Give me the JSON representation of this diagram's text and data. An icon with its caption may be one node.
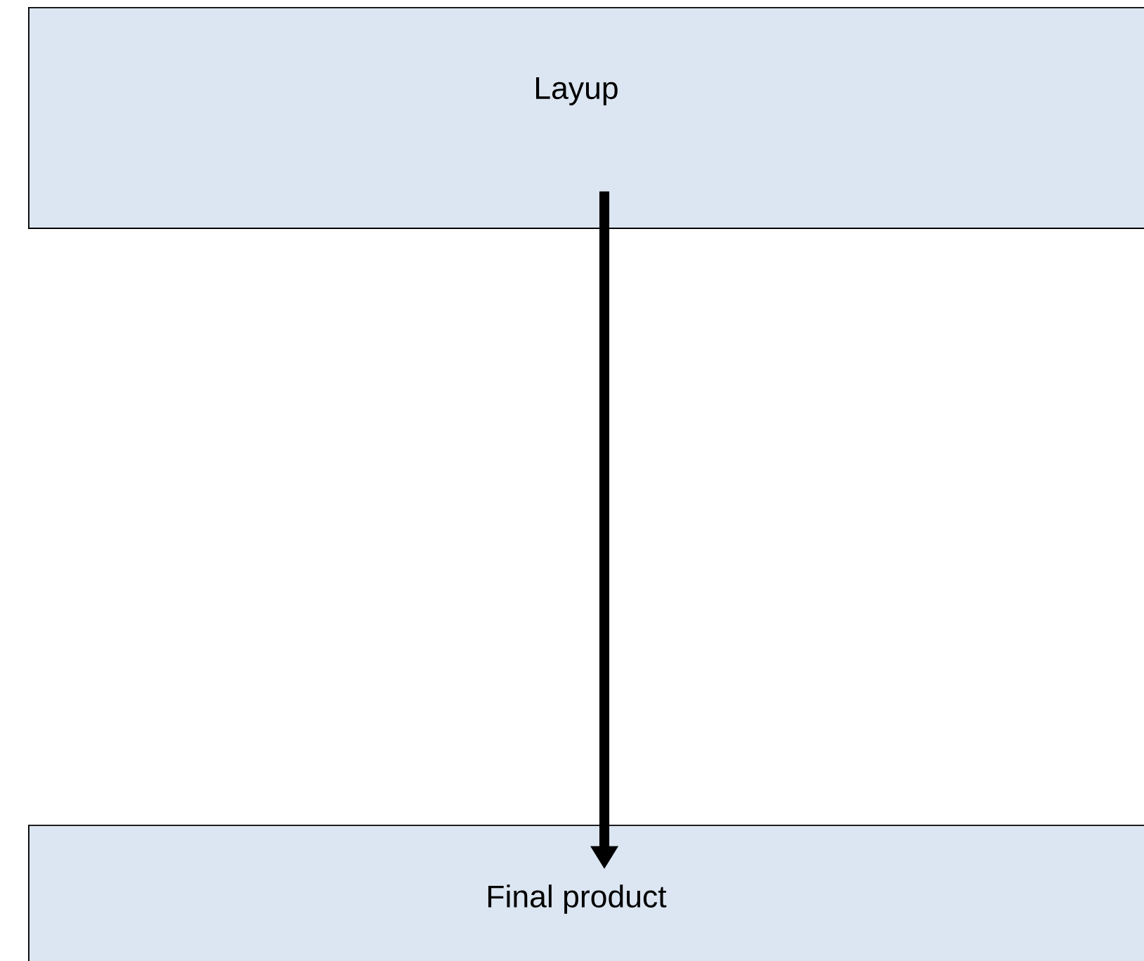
{
  "diagram": {
    "nodes": [
      {
        "text": [
          "Layup"
        ]
      },
      {
        "text": [
          "Final product"
        ]
      }
    ],
    "edges": [
      {
        "from": 0,
        "to": 1,
        "arrow": "to"
      }
    ]
  }
}
